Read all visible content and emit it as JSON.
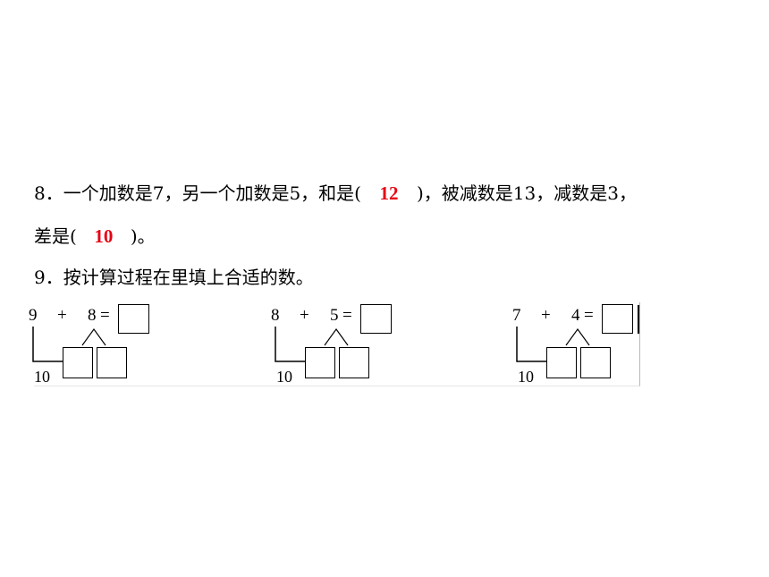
{
  "q8": {
    "line1_text": "8．一个加数是7，另一个加数是5，和是(",
    "answer_sum": "12",
    "line1_mid": ")，被减数是13，减数是3，",
    "line2_text": "差是(",
    "answer_diff": "10",
    "line2_end": ")。"
  },
  "q9": {
    "instruction": "9．按计算过程在里填上合适的数。",
    "problems": [
      {
        "a": "9",
        "b": "8",
        "ten": "10"
      },
      {
        "a": "8",
        "b": "5",
        "ten": "10"
      },
      {
        "a": "7",
        "b": "4",
        "ten": "10"
      }
    ],
    "plus_sign": "+",
    "equals_sign": "="
  },
  "colors": {
    "answer": "#e60012"
  }
}
